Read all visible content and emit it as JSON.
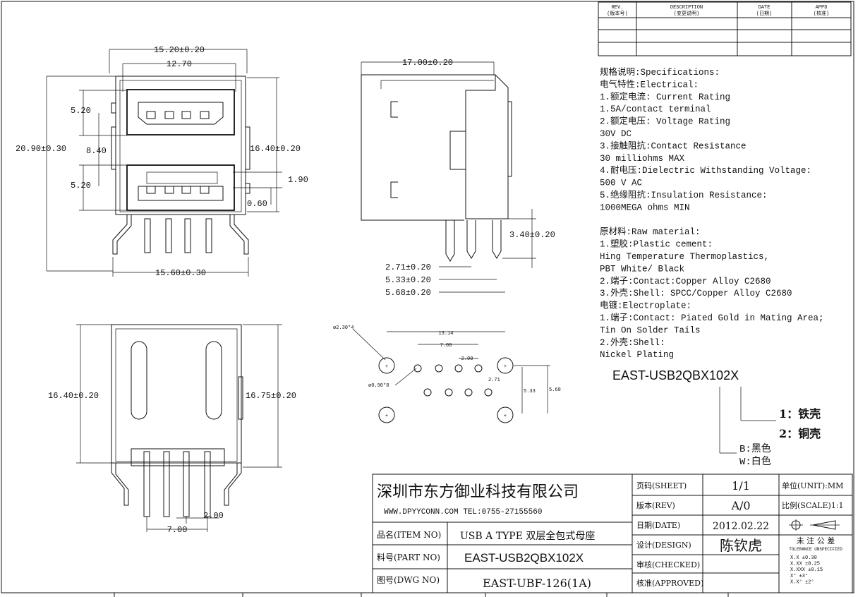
{
  "revision_table": {
    "headers": [
      "REV.\n(版本号)",
      "DESCRIPTION\n(变更说明)",
      "DATE\n(日期)",
      "APPD\n(核准)"
    ],
    "h_rev": "REV.",
    "h_rev_cn": "(版本号)",
    "h_desc": "DESCRIPTION",
    "h_desc_cn": "(变更说明)",
    "h_date": "DATE",
    "h_date_cn": "(日期)",
    "h_appd": "APPD",
    "h_appd_cn": "(核准)"
  },
  "front_view": {
    "dim_top": "15.20±0.20",
    "dim_inner": "12.70",
    "dim_height": "20.90±0.30",
    "dim_port1": "5.20",
    "dim_gap": "8.40",
    "dim_port2": "5.20",
    "dim_right": "16.40±0.20",
    "dim_tab": "1.90",
    "dim_tab2": "0.60",
    "dim_bottom": "15.60±0.30"
  },
  "side_view": {
    "dim_length": "17.00±0.20",
    "dim_pin": "3.40±0.20",
    "dim_a": "2.71±0.20",
    "dim_b": "5.33±0.20",
    "dim_c": "5.68±0.20"
  },
  "back_view": {
    "dim_left": "16.40±0.20",
    "dim_right": "16.75±0.20",
    "dim_pitch": "2.00",
    "dim_span": "7.00"
  },
  "footprint": {
    "hole_big": "ø2.30*4",
    "hole_small": "ø0.90*8",
    "dim_span": "13.14",
    "dim_inner": "7.00",
    "dim_pitch": "2.00",
    "dim_a": "2.71",
    "dim_b": "5.33",
    "dim_c": "5.68"
  },
  "specs": [
    "规格说明:Specifications:",
    "电气特性:Electrical:",
    "   1.额定电流: Current Rating",
    "            1.5A/contact terminal",
    "   2.额定电压: Voltage Rating",
    "          30V DC",
    "   3.接触阻抗:Contact Resistance",
    "            30 milliohms MAX",
    "   4.耐电压:Dielectric Withstanding Voltage:",
    "         500 V AC",
    "   5.绝缘阻抗:Insulation Resistance:",
    "         1000MEGA ohms MIN",
    "",
    "原材料:Raw material:",
    "   1.塑胶:Plastic cement:",
    "         Hing Temperature  Thermoplastics,",
    "         PBT White/ Black",
    "   2.端子:Contact:Copper Alloy C2680",
    "   3.外壳:Shell: SPCC/Copper Alloy C2680",
    "电镀:Electroplate:",
    "   1.端子:Contact: Piated Gold in Mating Area;",
    "        Tin On Solder Tails",
    "   2.外壳:Shell:",
    "        Nickel Plating"
  ],
  "part_code": "EAST-USB2QBX102X",
  "options": {
    "shell1": "1：铁壳",
    "shell2": "2：铜壳",
    "color1": "B:黑色",
    "color2": "W:白色"
  },
  "title_block": {
    "company": "深圳市东方御业科技有限公司",
    "contact": "WWW.DPYYCONN.COM TEL:0755-27155560",
    "item_label": "品名(ITEM NO)",
    "item_value": "USB A TYPE 双层全包式母座",
    "part_label": "料号(PART NO)",
    "part_value": "EAST-USB2QBX102X",
    "dwg_label": "图号(DWG NO)",
    "dwg_value": "EAST-UBF-126(1A)",
    "sheet_label": "页码(SHEET)",
    "sheet_value": "1/1",
    "rev_label": "版本(REV)",
    "rev_value": "A/0",
    "date_label": "日期(DATE)",
    "date_value": "2012.02.22",
    "design_label": "设计(DESIGN)",
    "design_value": "陈钦虎",
    "checked_label": "审核(CHECKED)",
    "approved_label": "核准(APPROVED)",
    "unit_label": "单位(UNIT):MM",
    "scale_label": "比例(SCALE)1:1",
    "tol_title": "未 注 公 差",
    "tol_sub": "TOLERANCE UNSPECIFIED",
    "tol_rows": [
      "X.X      ±0.30",
      "X.XX     ±0.25",
      "X.XXX    ±0.15",
      "X°       ±3°",
      "X.X°     ±2°"
    ]
  }
}
